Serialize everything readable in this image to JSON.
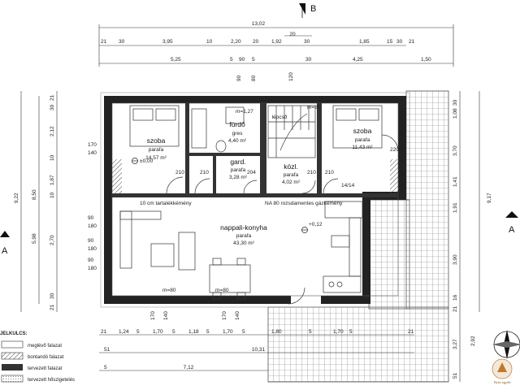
{
  "dimensions": {
    "top_total": "13,02",
    "top_segments_1": [
      "21",
      "30",
      "3,95",
      "10",
      "2,20",
      "20",
      "1,92",
      "30",
      "1,85",
      "15",
      "30",
      "21"
    ],
    "top_mid_20": "20",
    "top_segments_2": [
      "5,25",
      "5",
      "90",
      "5",
      "30",
      "4,25",
      "1,50"
    ],
    "top_small": [
      "90",
      "80",
      "120"
    ],
    "bottom_segments_1": [
      "21",
      "1,24",
      "5",
      "1,70",
      "5",
      "1,18",
      "5",
      "1,70",
      "5",
      "1,80",
      "5",
      "1,70",
      "5",
      "21"
    ],
    "bottom_total": "10,31",
    "bottom_total_2": "7,12",
    "bottom_small": [
      "51",
      "5",
      "170",
      "140",
      "170",
      "140"
    ],
    "left_total": "9,22",
    "left_inner": "8,50",
    "left_segments": [
      "21",
      "30",
      "2,12",
      "10",
      "1,87",
      "10",
      "2,70",
      "30",
      "21"
    ],
    "left_mid": "5,98",
    "right_total": "9,17",
    "right_segments": [
      "30",
      "1,08",
      "3,70",
      "1,41",
      "1,91",
      "3,90",
      "16",
      "21"
    ],
    "right_bottom": [
      "3,27",
      "2,92",
      "51"
    ],
    "door_marks": [
      "170",
      "140",
      "90",
      "180",
      "90",
      "180",
      "90",
      "180",
      "210",
      "210",
      "204",
      "210",
      "210",
      "220",
      "14/14"
    ]
  },
  "section_marks": {
    "top": "B",
    "left": "A",
    "right": "A"
  },
  "rooms": [
    {
      "name": "szoba",
      "floor": "parafa",
      "area": "14,57 m²"
    },
    {
      "name": "fürdő",
      "floor": "gres",
      "area": "4,40 m²"
    },
    {
      "name": "lépcső",
      "floor": "",
      "area": ""
    },
    {
      "name": "szoba",
      "floor": "parafa",
      "area": "11,43 m²"
    },
    {
      "name": "gard.",
      "floor": "parafa",
      "area": "3,28 m²"
    },
    {
      "name": "közl.",
      "floor": "parafa",
      "area": "4,02 m²"
    },
    {
      "name": "nappali-konyha",
      "floor": "parafa",
      "area": "43,30 m²"
    }
  ],
  "levels": [
    "±0,00",
    "+0,12"
  ],
  "notes": {
    "wall_height": "m=1,27",
    "partition": "10 cm tartalékkémény",
    "chimney": "NA 80 rozsdamentes gázkémény",
    "m80_a": "m=80",
    "m80_b": "m=80",
    "m80_c": "m=80"
  },
  "legend": {
    "title": "JELKULCS:",
    "items": [
      "meglévő falazat",
      "bontandó falazat",
      "tervezett falazat",
      "tervezett hőszigetelés"
    ]
  },
  "logo_text": "Nyitt egyéb"
}
